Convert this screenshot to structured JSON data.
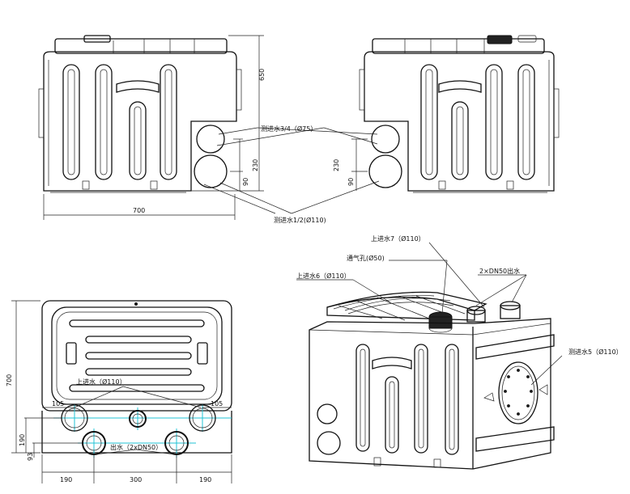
{
  "labels": {
    "side_inlet_34": "测进水3/4（Ø75）",
    "side_inlet_12": "测进水1/2(Ø110)",
    "top_inlet_7": "上进水7（Ø110）",
    "vent_hole": "通气孔(Ø50)",
    "outlet_2xdn50": "2×DN50出水",
    "top_inlet_6": "上进水6（Ø110）",
    "side_inlet_5": "测进水5（Ø110）",
    "top_inlet_plan": "上进水（Ø110）",
    "outlet_plan": "出水（2xDN50）"
  },
  "dims": {
    "width_700": "700",
    "height_650": "650",
    "h230_left": "230",
    "h90_left": "90",
    "h230_right": "230",
    "h90_right": "90",
    "plan_depth_700": "700",
    "edge_105_left": "105",
    "edge_105_right": "105",
    "v190": "190",
    "v93": "93",
    "b190_left": "190",
    "b300": "300",
    "b190_right": "190"
  }
}
